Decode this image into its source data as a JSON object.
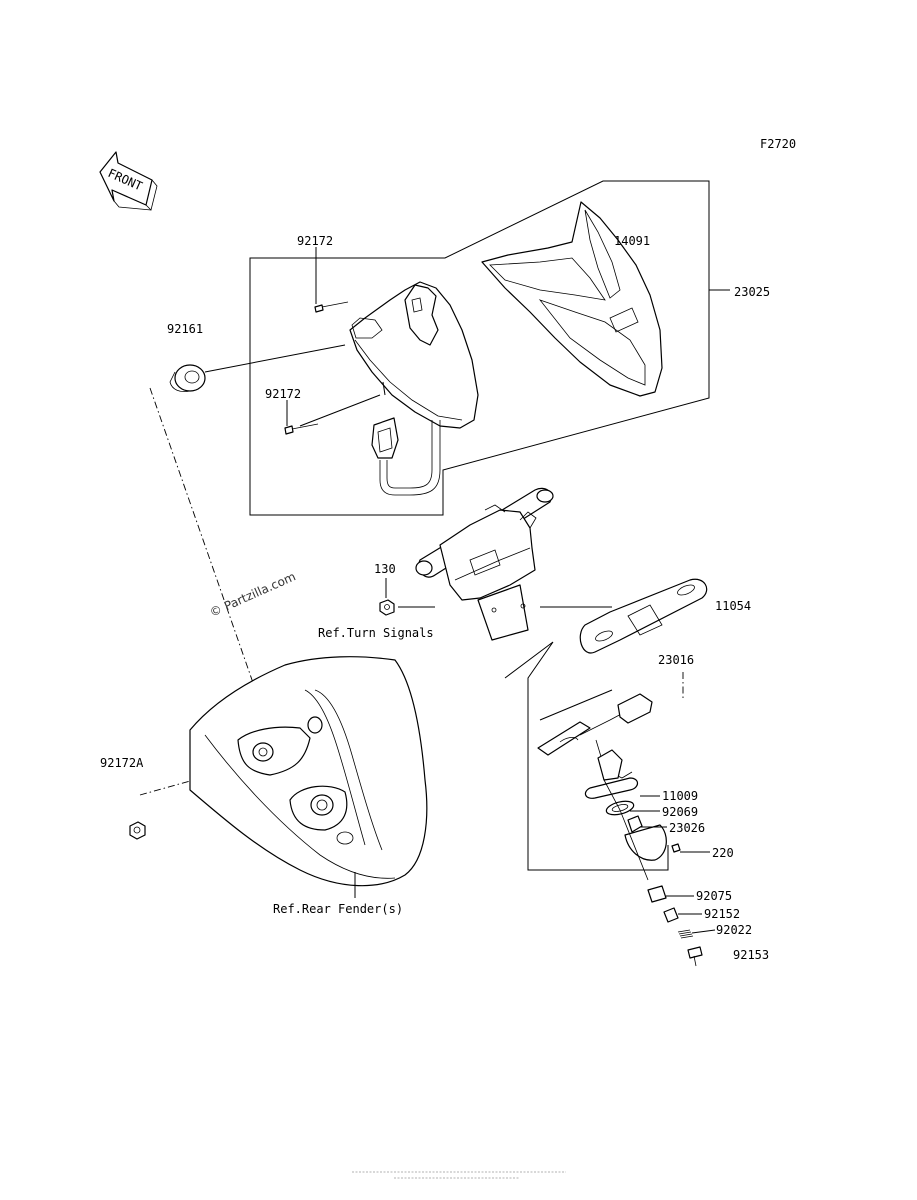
{
  "figure_id": "F2720",
  "front_label": "FRONT",
  "watermark": "© Partzilla.com",
  "labels": {
    "p14091": "14091",
    "p23025": "23025",
    "p92172_top": "92172",
    "p92172_mid": "92172",
    "p92161": "92161",
    "p130": "130",
    "ref_turn_signals": "Ref.Turn Signals",
    "p11054": "11054",
    "p23016": "23016",
    "p92172A": "92172A",
    "p11009": "11009",
    "p92069": "92069",
    "p23026": "23026",
    "p220": "220",
    "ref_rear_fender": "Ref.Rear Fender(s)",
    "p92075": "92075",
    "p92152": "92152",
    "p92022": "92022",
    "p92153": "92153"
  }
}
